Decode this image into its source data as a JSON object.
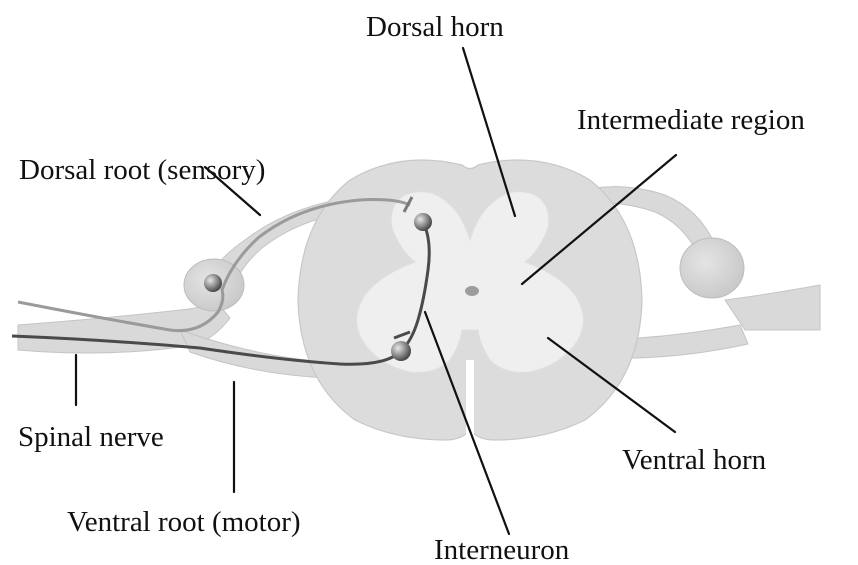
{
  "diagram": {
    "labels": {
      "dorsal_horn": "Dorsal horn",
      "intermediate_region": "Intermediate region",
      "dorsal_root": "Dorsal root (sensory)",
      "spinal_nerve": "Spinal nerve",
      "ventral_root": "Ventral root (motor)",
      "interneuron": "Interneuron",
      "ventral_horn": "Ventral horn"
    },
    "colors": {
      "white_matter": "#dcdcdc",
      "gray_matter": "#efefef",
      "nerve": "#d6d6d6",
      "sensory_fiber": "#9a9a9a",
      "motor_fiber": "#4a4a4a",
      "leader_line": "#111111"
    }
  }
}
